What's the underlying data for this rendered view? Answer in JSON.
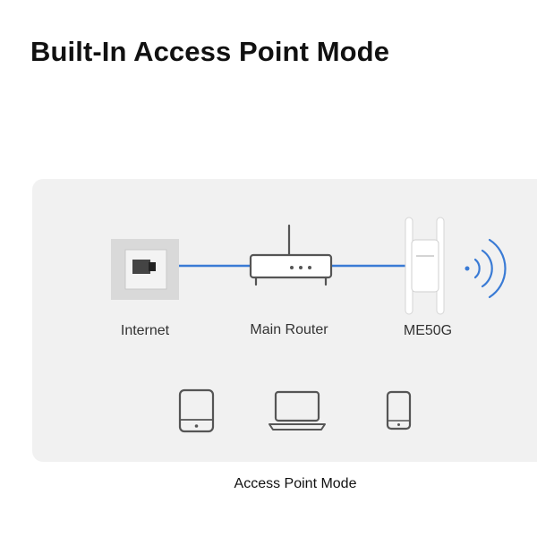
{
  "title": "Built-In Access Point Mode",
  "nodes": {
    "internet": "Internet",
    "router": "Main Router",
    "extender": "ME50G"
  },
  "caption": "Access Point Mode",
  "colors": {
    "link": "#3a7bd5",
    "device_stroke": "#555555",
    "panel": "#f1f1f1",
    "wall_plate": "#d9d9d9"
  },
  "icons": {
    "wall_port": "ethernet-wall-port-icon",
    "router": "router-icon",
    "extender": "range-extender-icon",
    "wifi": "wifi-signal-icon",
    "tablet": "tablet-icon",
    "laptop": "laptop-icon",
    "phone": "smartphone-icon"
  }
}
